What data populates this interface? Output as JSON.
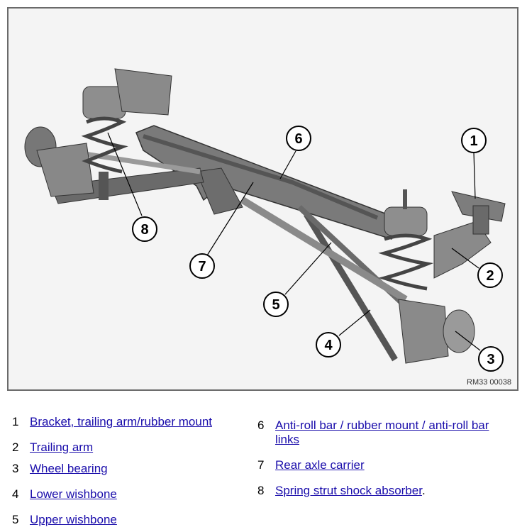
{
  "figure": {
    "reference": "RM33 00038",
    "callouts": [
      "1",
      "2",
      "3",
      "4",
      "5",
      "6",
      "7",
      "8"
    ]
  },
  "legend": [
    {
      "num": "1",
      "label": "Bracket, trailing arm/rubber mount",
      "suffix": ""
    },
    {
      "num": "2",
      "label": "Trailing arm",
      "suffix": ""
    },
    {
      "num": "3",
      "label": "Wheel bearing",
      "suffix": ""
    },
    {
      "num": "4",
      "label": "Lower wishbone",
      "suffix": ""
    },
    {
      "num": "5",
      "label": "Upper wishbone",
      "suffix": ""
    },
    {
      "num": "6",
      "label": "Anti-roll bar / rubber mount / anti-roll bar links",
      "suffix": ""
    },
    {
      "num": "7",
      "label": "Rear axle carrier",
      "suffix": ""
    },
    {
      "num": "8",
      "label": "Spring strut shock absorber",
      "suffix": "."
    }
  ],
  "colors": {
    "link": "#1a0dab",
    "part": "#7d7d7d",
    "part_dark": "#4a4a4a"
  }
}
